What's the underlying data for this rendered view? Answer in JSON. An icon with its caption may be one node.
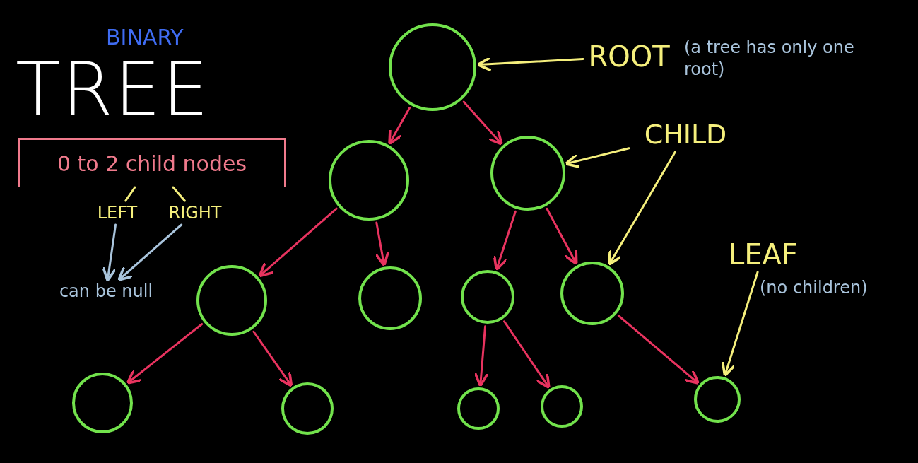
{
  "diagram": {
    "title": "TREE",
    "nodes": [
      {
        "text": [],
        "shape": "circle"
      },
      {
        "text": [],
        "shape": "circle"
      },
      {
        "text": [],
        "shape": "circle"
      },
      {
        "text": [],
        "shape": "circle"
      },
      {
        "text": [],
        "shape": "circle"
      },
      {
        "text": [],
        "shape": "circle"
      },
      {
        "text": [],
        "shape": "circle"
      },
      {
        "text": [],
        "shape": "circle"
      },
      {
        "text": [],
        "shape": "circle"
      },
      {
        "text": [],
        "shape": "circle"
      },
      {
        "text": [],
        "shape": "circle"
      },
      {
        "text": [],
        "shape": "circle"
      },
      {
        "text": [
          "ROOT"
        ],
        "beside": [
          "(a tree has only one root)"
        ]
      },
      {
        "text": [
          "CHILD"
        ]
      },
      {
        "text": [
          "LEAF"
        ],
        "beside": [
          "(no children)"
        ]
      },
      {
        "text": [
          "0 to 2 child nodes"
        ]
      },
      {
        "text": [
          "LEFT"
        ]
      },
      {
        "text": [
          "RIGHT"
        ]
      },
      {
        "text": [
          "can be null"
        ]
      }
    ],
    "edges": [
      {
        "from": 0,
        "to": 1,
        "arrow": "to"
      },
      {
        "from": 0,
        "to": 2,
        "arrow": "to"
      },
      {
        "from": 1,
        "to": 3,
        "arrow": "to"
      },
      {
        "from": 1,
        "to": 4,
        "arrow": "to"
      },
      {
        "from": 2,
        "to": 5,
        "arrow": "to"
      },
      {
        "from": 2,
        "to": 6,
        "arrow": "to"
      },
      {
        "from": 3,
        "to": 7,
        "arrow": "to"
      },
      {
        "from": 3,
        "to": 8,
        "arrow": "to"
      },
      {
        "from": 5,
        "to": 9,
        "arrow": "to"
      },
      {
        "from": 5,
        "to": 10,
        "arrow": "to"
      },
      {
        "from": 6,
        "to": 11,
        "arrow": "to"
      },
      {
        "from": 12,
        "to": 0,
        "arrow": "to",
        "color": "#f5ef7c"
      },
      {
        "from": 13,
        "to": 2,
        "arrow": "to",
        "color": "#f5ef7c"
      },
      {
        "from": 13,
        "to": 6,
        "arrow": "to",
        "color": "#f5ef7c"
      },
      {
        "from": 14,
        "to": 11,
        "arrow": "to",
        "color": "#f5ef7c"
      },
      {
        "from": 15,
        "to": 16,
        "arrow": "none",
        "color": "#f5ef7c"
      },
      {
        "from": 15,
        "to": 17,
        "arrow": "none",
        "color": "#f5ef7c"
      },
      {
        "from": 16,
        "to": 18,
        "arrow": "to",
        "color": "#a9c4dc"
      },
      {
        "from": 17,
        "to": 18,
        "arrow": "to",
        "color": "#a9c4dc"
      }
    ],
    "labels": [
      "BINARY"
    ]
  }
}
